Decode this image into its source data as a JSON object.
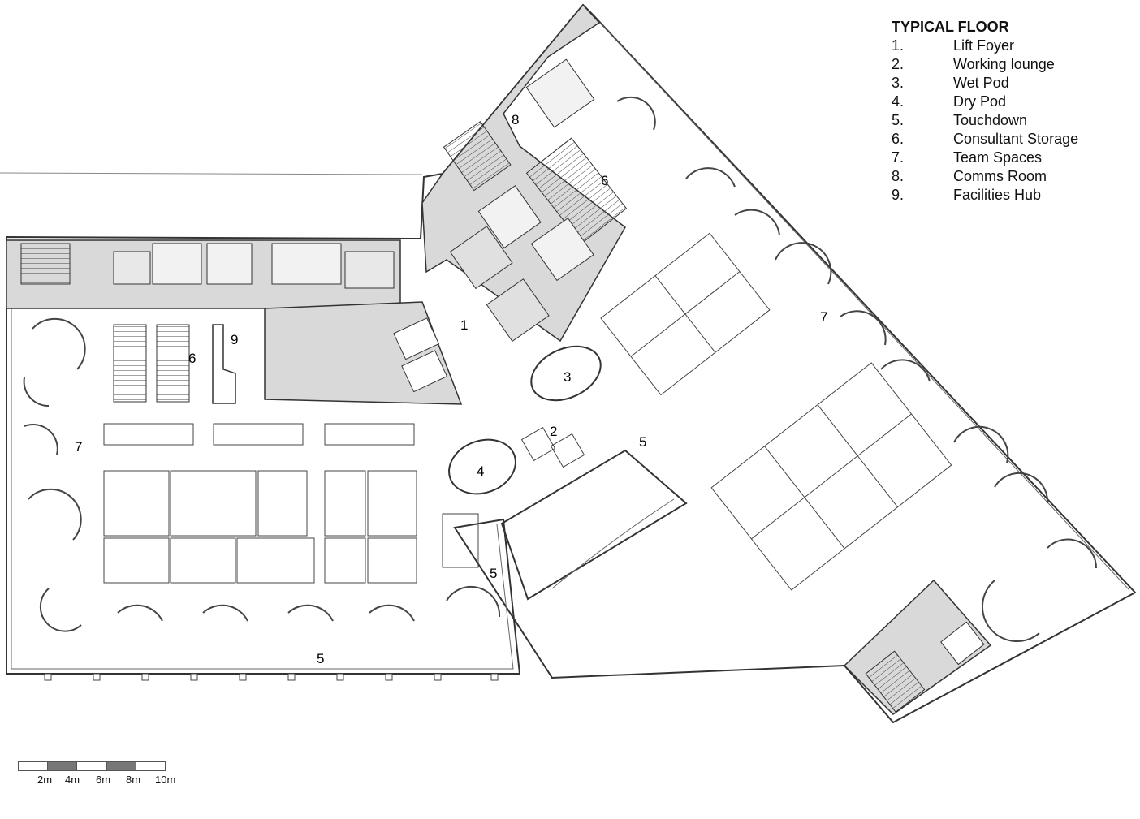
{
  "legend": {
    "title": "TYPICAL FLOOR",
    "items": [
      {
        "num": "1.",
        "label": "Lift Foyer"
      },
      {
        "num": "2.",
        "label": "Working lounge"
      },
      {
        "num": "3.",
        "label": "Wet Pod"
      },
      {
        "num": "4.",
        "label": "Dry Pod"
      },
      {
        "num": "5.",
        "label": "Touchdown"
      },
      {
        "num": "6.",
        "label": "Consultant Storage"
      },
      {
        "num": "7.",
        "label": "Team Spaces"
      },
      {
        "num": "8.",
        "label": "Comms Room"
      },
      {
        "num": "9.",
        "label": "Facilities Hub"
      }
    ]
  },
  "labels": {
    "n1": "1",
    "n2": "2",
    "n3": "3",
    "n4": "4",
    "n5": "5",
    "n6": "6",
    "n7": "7",
    "n8": "8",
    "n9": "9"
  },
  "scale": {
    "ticks": [
      "2m",
      "4m",
      "6m",
      "8m",
      "10m"
    ]
  },
  "colors": {
    "core_fill": "#d9d9d9",
    "line": "#333333"
  }
}
